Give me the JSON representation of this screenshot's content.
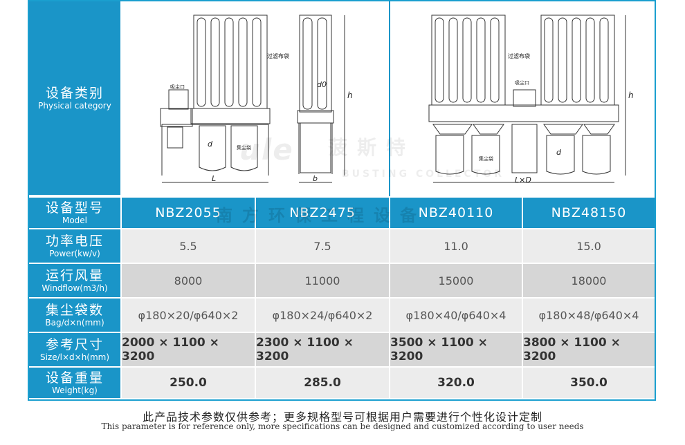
{
  "header_row": {
    "label_zh": "设备类别",
    "label_en": "Physical category",
    "diagram_left": {
      "filter_bag_label": "过滤布袋",
      "dust_inlet_label": "吸尘口",
      "dust_bag_label": "集尘袋",
      "dim_h": "h",
      "dim_d0": "d0",
      "dim_d": "d",
      "dim_L": "L",
      "dim_b": "b"
    },
    "diagram_right": {
      "filter_bag_label": "过滤布袋",
      "dust_inlet_label": "吸尘口",
      "dust_bag_label": "集尘袋",
      "dim_h": "h",
      "dim_d": "d",
      "dim_LxD": "L×D"
    },
    "watermark": {
      "brand_zh": "菠斯特",
      "brand_en": "BUSTING COLLECTOR",
      "brand_logo": "ule",
      "company": "南方环保工程设备"
    }
  },
  "rows": [
    {
      "key": "model",
      "label_zh": "设备型号",
      "label_en": "Model",
      "values": [
        "NBZ2055",
        "NBZ2475",
        "NBZ40110",
        "NBZ48150"
      ]
    },
    {
      "key": "power",
      "label_zh": "功率电压",
      "label_en": "Power(kw/v)",
      "values": [
        "5.5",
        "7.5",
        "11.0",
        "15.0"
      ]
    },
    {
      "key": "windflow",
      "label_zh": "运行风量",
      "label_en": "Windflow(m3/h)",
      "values": [
        "8000",
        "11000",
        "15000",
        "18000"
      ]
    },
    {
      "key": "bag",
      "label_zh": "集尘袋数",
      "label_en": "Bag/d×n(mm)",
      "values": [
        "φ180×20/φ640×2",
        "φ180×24/φ640×2",
        "φ180×40/φ640×4",
        "φ180×48/φ640×4"
      ]
    },
    {
      "key": "size",
      "label_zh": "参考尺寸",
      "label_en": "Size/l×d×h(mm)",
      "values": [
        "2000 × 1100 × 3200",
        "2300 × 1100 × 3200",
        "3500 × 1100 × 3200",
        "3800 × 1100 × 3200"
      ]
    },
    {
      "key": "weight",
      "label_zh": "设备重量",
      "label_en": "Weight(kg)",
      "values": [
        "250.0",
        "285.0",
        "320.0",
        "350.0"
      ]
    }
  ],
  "footnote": {
    "zh": "此产品技术参数仅供参考；更多规格型号可根据用户需要进行个性化设计定制",
    "en": "This parameter is for reference only, more specifications can be designed and customized according to user needs"
  },
  "colors": {
    "accent": "#1a95c8",
    "border": "#1a9fcf",
    "row_light": "#ececec",
    "row_dark": "#d6d6d6"
  }
}
